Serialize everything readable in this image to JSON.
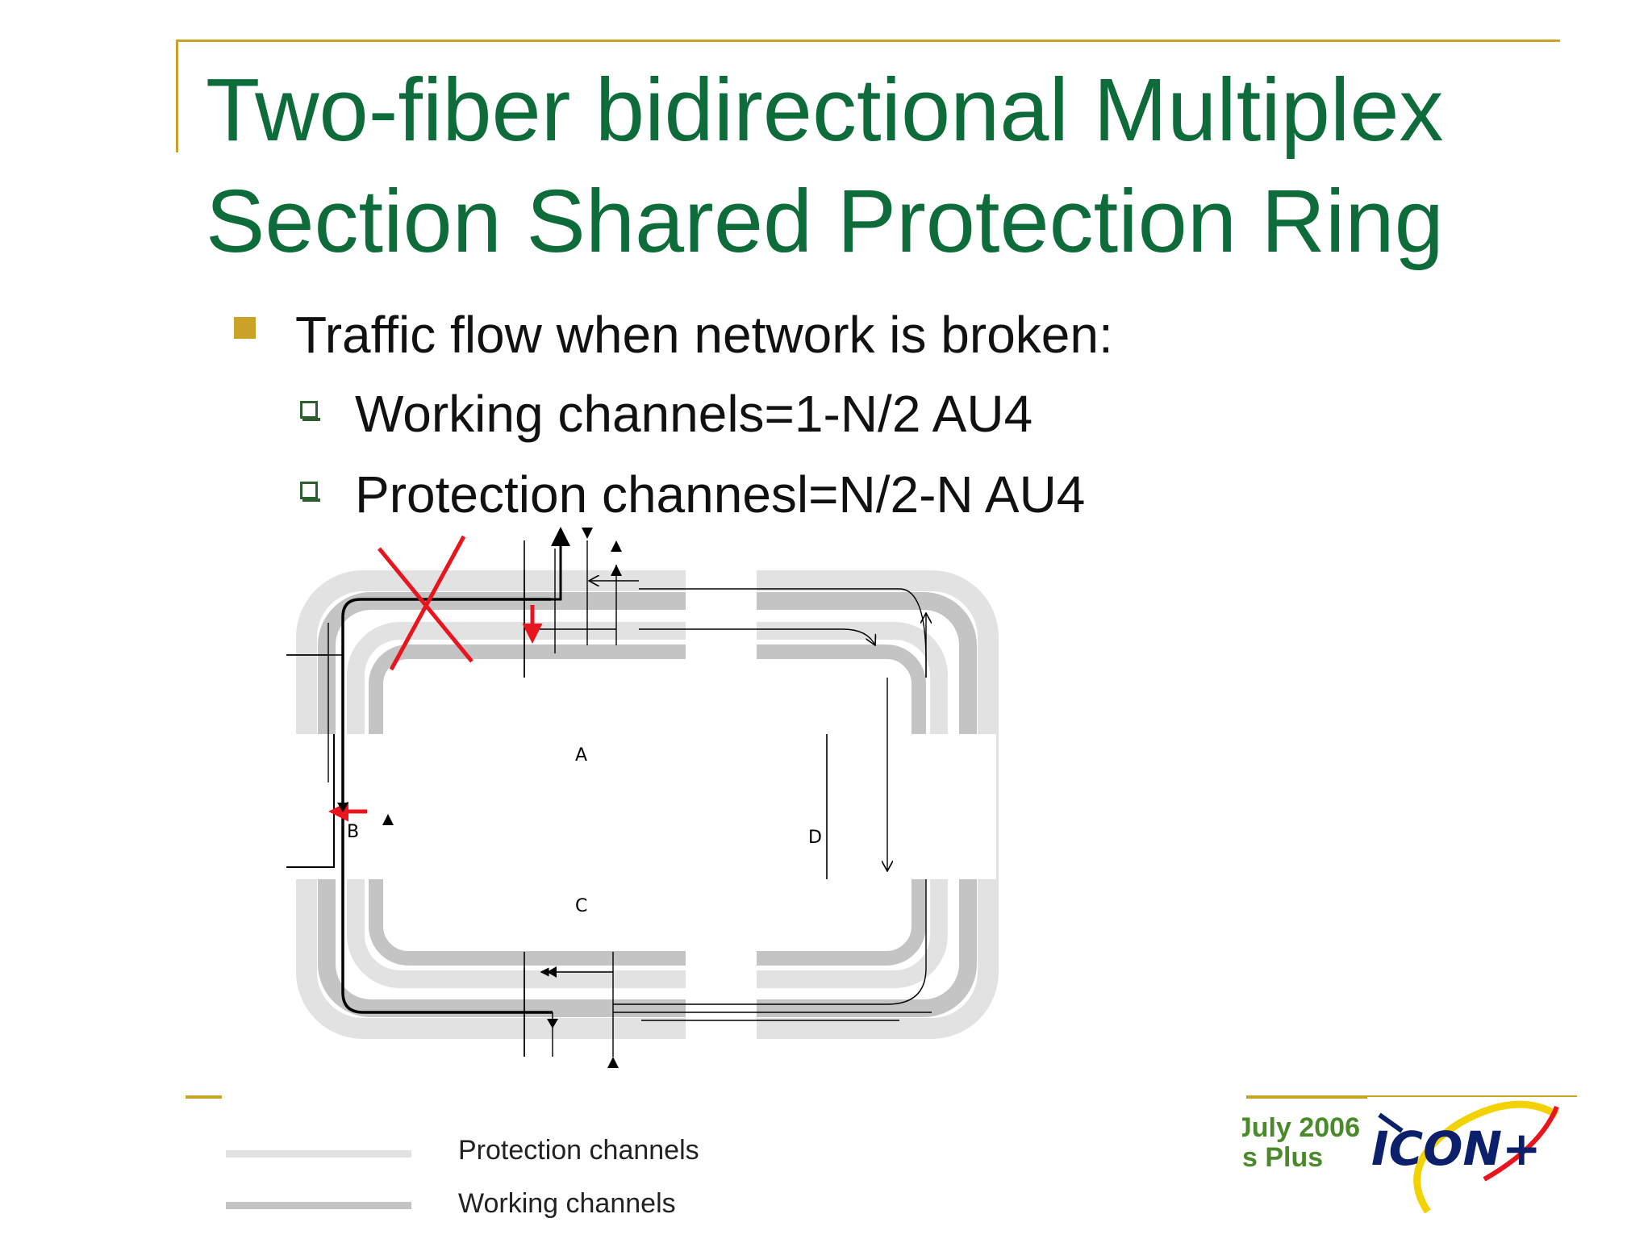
{
  "title": {
    "line1": "Two-fiber bidirectional Multiplex",
    "line2": "Section Shared Protection Ring"
  },
  "bullets": {
    "main": "Traffic flow when network is broken:",
    "sub1": "Working channels=1-N/2 AU4",
    "sub2": "Protection channesl=N/2-N AU4"
  },
  "diagram": {
    "nodes": [
      "A",
      "B",
      "C",
      "D"
    ],
    "break_marker": "X"
  },
  "legend": {
    "protection_label": "Protection channels",
    "working_label": "Working channels"
  },
  "footer": {
    "date": "July 2006",
    "org": "s Plus"
  },
  "logo": {
    "text": "ICON+"
  },
  "colors": {
    "title": "#0e6b3a",
    "accent_gold": "#c9a227",
    "protection_channel": "#e2e2e2",
    "working_channel": "#c4c4c4",
    "break_red": "#e8141e",
    "footer_green": "#4a8a2a"
  }
}
